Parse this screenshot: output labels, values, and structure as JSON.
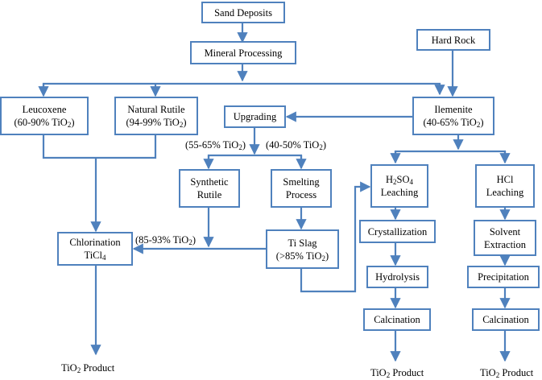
{
  "nodes": {
    "sand_deposits": {
      "lines": [
        [
          "Sand Deposits"
        ]
      ]
    },
    "mineral_processing": {
      "lines": [
        [
          "Mineral Processing"
        ]
      ]
    },
    "hard_rock": {
      "lines": [
        [
          "Hard Rock"
        ]
      ]
    },
    "leucoxene": {
      "lines": [
        [
          "Leucoxene"
        ],
        [
          "(60-90% TiO",
          "2",
          ")"
        ]
      ]
    },
    "natural_rutile": {
      "lines": [
        [
          "Natural Rutile"
        ],
        [
          "(94-99% TiO",
          "2",
          ")"
        ]
      ]
    },
    "ilmenite": {
      "lines": [
        [
          "Ilemenite"
        ],
        [
          "(40-65% TiO",
          "2",
          ")"
        ]
      ]
    },
    "upgrading": {
      "lines": [
        [
          "Upgrading"
        ]
      ]
    },
    "synthetic_rutile": {
      "lines": [
        [
          "Synthetic"
        ],
        [
          "Rutile"
        ]
      ]
    },
    "smelting_process": {
      "lines": [
        [
          "Smelting"
        ],
        [
          "Process"
        ]
      ]
    },
    "h2so4_leaching": {
      "lines": [
        [
          "H",
          "2",
          "SO",
          "4"
        ],
        [
          "Leaching"
        ]
      ]
    },
    "hcl_leaching": {
      "lines": [
        [
          "HCl"
        ],
        [
          "Leaching"
        ]
      ]
    },
    "chlorination": {
      "lines": [
        [
          "Chlorination"
        ],
        [
          "TiCl",
          "4",
          ""
        ]
      ]
    },
    "ti_slag": {
      "lines": [
        [
          "Ti Slag"
        ],
        [
          "(>85% TiO",
          "2",
          ")"
        ]
      ]
    },
    "crystallization": {
      "lines": [
        [
          "Crystallization"
        ]
      ]
    },
    "solvent_extraction": {
      "lines": [
        [
          "Solvent"
        ],
        [
          "Extraction"
        ]
      ]
    },
    "hydrolysis": {
      "lines": [
        [
          "Hydrolysis"
        ]
      ]
    },
    "precipitation": {
      "lines": [
        [
          "Precipitation"
        ]
      ]
    },
    "calcination_1": {
      "lines": [
        [
          "Calcination"
        ]
      ]
    },
    "calcination_2": {
      "lines": [
        [
          "Calcination"
        ]
      ]
    }
  },
  "labels": {
    "upgrade_55_65": [
      "(55-65% TiO",
      "2",
      ")"
    ],
    "upgrade_40_50": [
      "(40-50% TiO",
      "2",
      ")"
    ],
    "rutile_85_93": [
      "(85-93% TiO",
      "2",
      ")"
    ],
    "product_left": [
      "TiO",
      "2",
      " Product"
    ],
    "product_mid": [
      "TiO",
      "2",
      " Product"
    ],
    "product_right": [
      "TiO",
      "2",
      " Product"
    ]
  },
  "colors": {
    "line": "#4f81bd",
    "text": "#000000"
  }
}
